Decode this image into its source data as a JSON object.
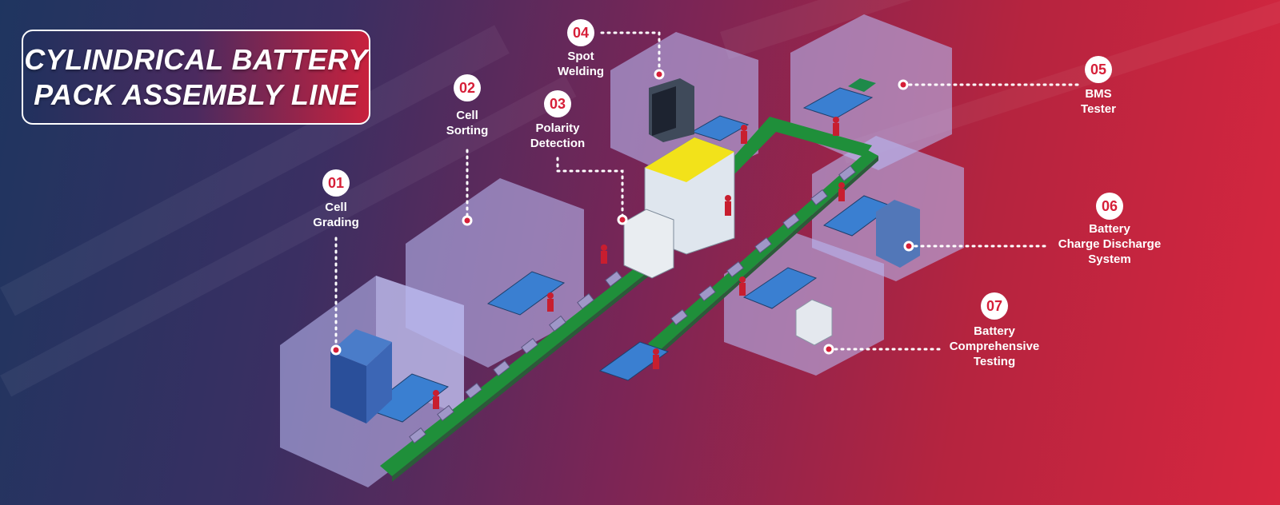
{
  "title": {
    "line1": "CYLINDRICAL BATTERY",
    "line2": "PACK ASSEMBLY LINE"
  },
  "stations": [
    {
      "number": "01",
      "label_lines": [
        "Cell",
        "Grading"
      ]
    },
    {
      "number": "02",
      "label_lines": [
        "Cell",
        "Sorting"
      ]
    },
    {
      "number": "03",
      "label_lines": [
        "Polarity",
        "Detection"
      ]
    },
    {
      "number": "04",
      "label_lines": [
        "Spot",
        "Welding"
      ]
    },
    {
      "number": "05",
      "label_lines": [
        "BMS",
        "Tester"
      ]
    },
    {
      "number": "06",
      "label_lines": [
        "Battery",
        "Charge Discharge",
        "System"
      ]
    },
    {
      "number": "07",
      "label_lines": [
        "Battery",
        "Comprehensive",
        "Testing"
      ]
    }
  ],
  "colors": {
    "accent_red": "#d61f38",
    "background_left": "#1f3560",
    "background_right": "#d8263f",
    "conveyor_green": "#1f8f3a",
    "room_lavender": "#b7b8f0",
    "machine_yellow": "#f2e21a"
  }
}
